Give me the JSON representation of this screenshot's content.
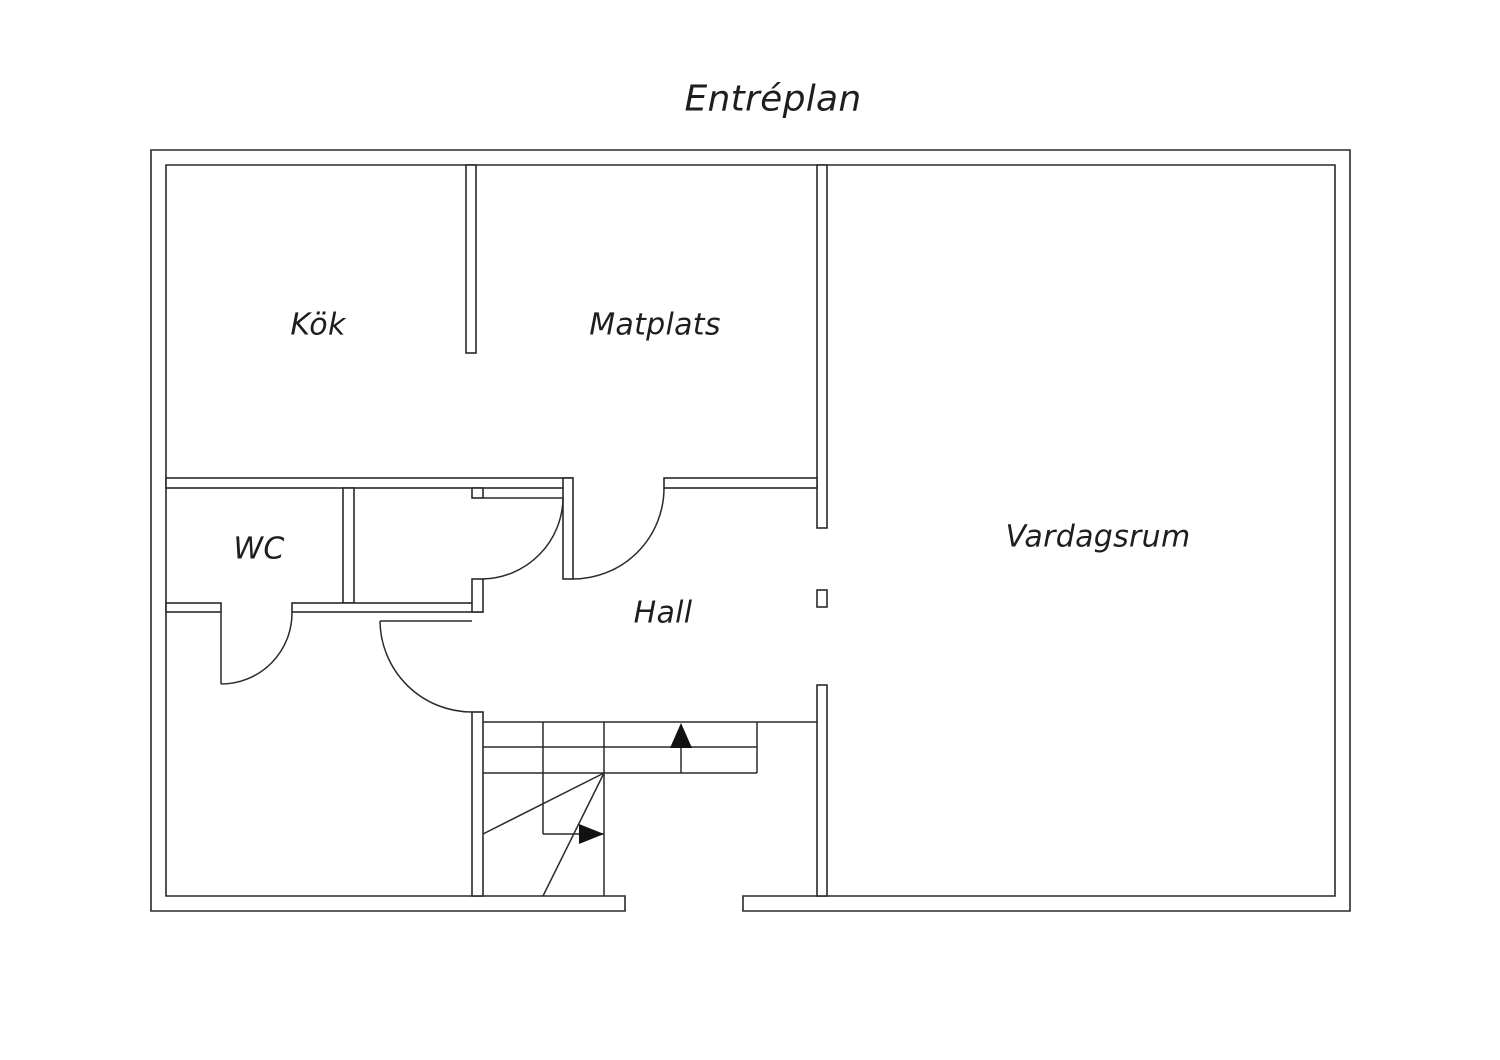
{
  "plan": {
    "title": "Entréplan",
    "rooms": {
      "kok": "Kök",
      "matplats": "Matplats",
      "vardagsrum": "Vardagsrum",
      "wc": "WC",
      "hall": "Hall"
    },
    "colors": {
      "line": "#2a2a2a",
      "background": "#ffffff",
      "text": "#1e1e1e"
    }
  }
}
